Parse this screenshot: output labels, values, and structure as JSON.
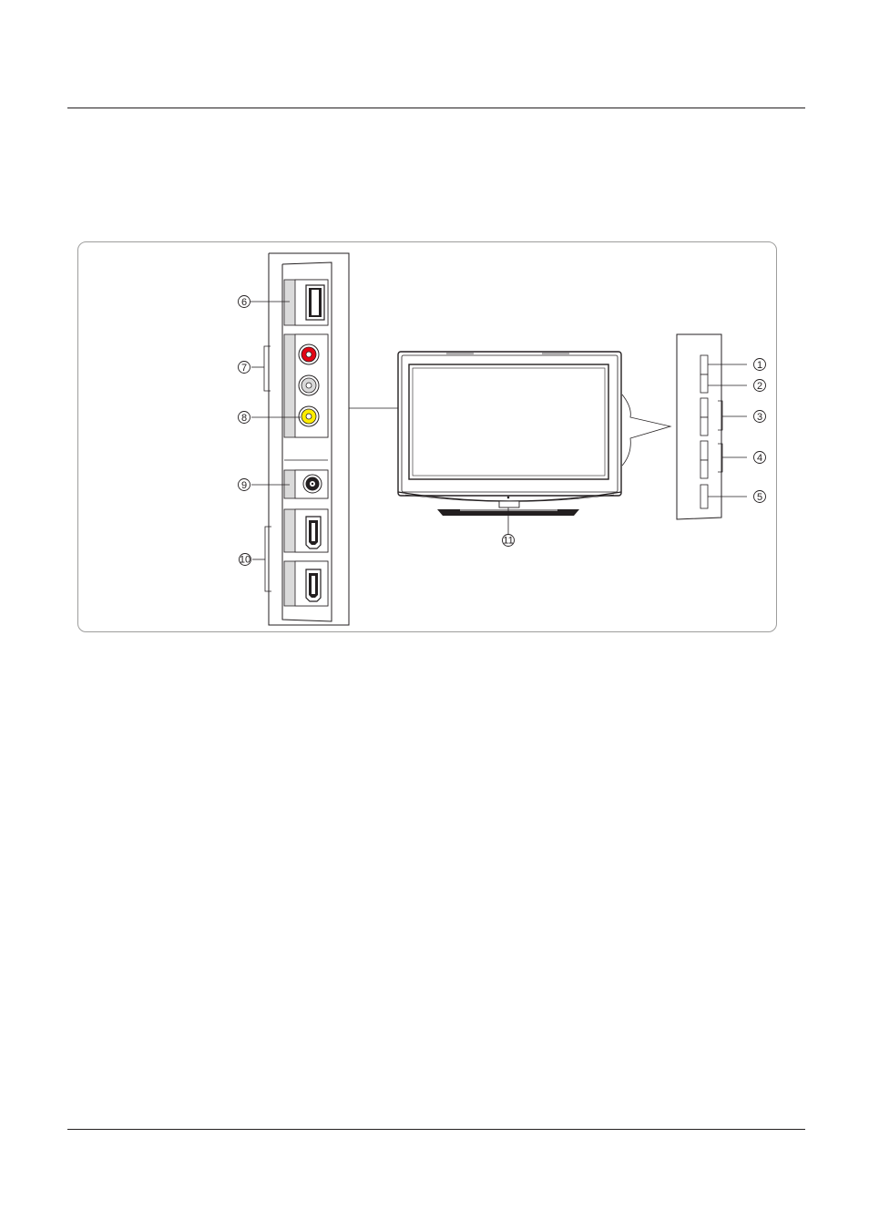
{
  "callouts": {
    "c1": "1",
    "c2": "2",
    "c3": "3",
    "c4": "4",
    "c5": "5",
    "c6": "6",
    "c7": "7",
    "c8": "8",
    "c9": "9",
    "c10": "10",
    "c11": "11"
  },
  "colors": {
    "line": "#231f20",
    "frame": "#9d9d9c",
    "jack_red": "#e30613",
    "jack_white": "#d9d9d9",
    "jack_yellow": "#ffed00",
    "port_fill": "#dadada"
  },
  "icons": {
    "usb_port": "usb-port-icon",
    "rca_red": "rca-red-jack-icon",
    "rca_white": "rca-white-jack-icon",
    "rca_yellow": "rca-yellow-jack-icon",
    "coax": "coax-jack-icon",
    "hdmi": "hdmi-port-icon",
    "tv": "tv-front-icon",
    "side_buttons": "side-button-panel-icon"
  }
}
